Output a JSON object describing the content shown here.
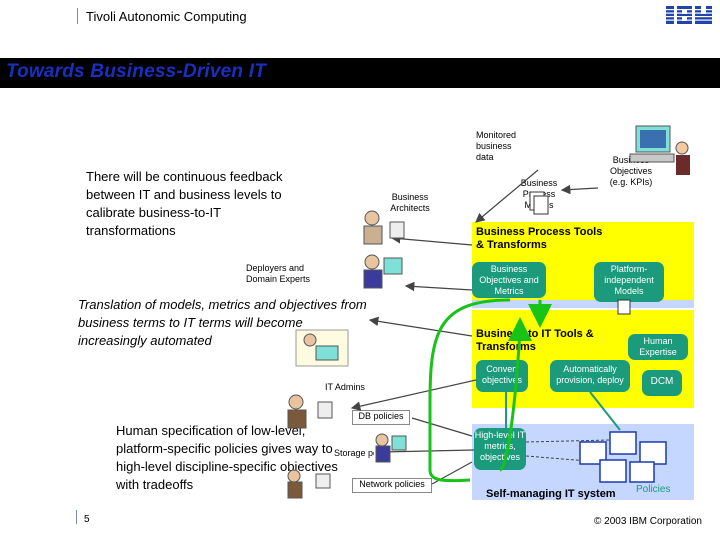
{
  "header": {
    "brand": "Tivoli Autonomic Computing",
    "logo": "IBM"
  },
  "slide": {
    "title": "Towards Business-Driven IT",
    "feedback_text": "There will be continuous feedback between IT and business levels to calibrate business-to-IT transformations",
    "translation_text": "Translation of models, metrics and objectives from business terms to IT terms will become increasingly automated",
    "human_spec_text": "Human specification of low-level, platform-specific policies gives way to high-level discipline-specific objectives with tradeoffs",
    "roles": {
      "business_architects": "Business Architects",
      "deployers": "Deployers and Domain Experts",
      "it_admins": "IT Admins"
    },
    "monitored": "Monitored business data",
    "bp_models": "Business Process Models",
    "biz_objectives": "Business Objectives (e.g. KPIs)",
    "bp_tools": "Business Process Tools & Transforms",
    "biz_obj_metrics": "Business Objectives and Metrics",
    "platform_models": "Platform-independent Models",
    "biz_to_it": "Business to IT Tools & Transforms",
    "human_expertise": "Human Expertise",
    "convert": "Convert objectives",
    "auto_provision": "Automatically provision, deploy",
    "dcm": "DCM",
    "policies": {
      "db": "DB policies",
      "storage": "Storage policies",
      "network": "Network policies"
    },
    "high_level": "High-level IT metrics, objectives",
    "self_managing": "Self-managing IT system",
    "policies_label": "Policies"
  },
  "footer": {
    "page": "5",
    "copyright": "© 2003 IBM Corporation"
  },
  "colors": {
    "title": "#1a2fbf",
    "yellow": "#ffff00",
    "teal": "#1b9a7c",
    "blue_panel": "#c5d6ff",
    "arrow_green": "#17c317"
  }
}
